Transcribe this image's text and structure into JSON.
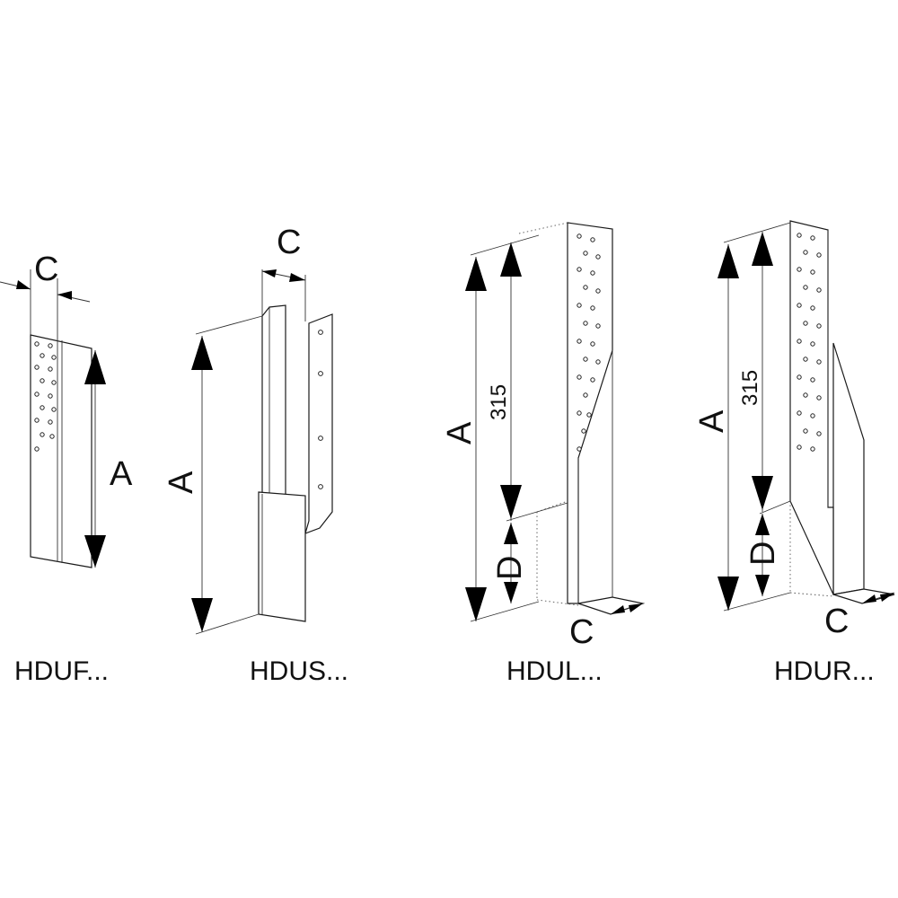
{
  "products": [
    {
      "name": "HDUF...",
      "dims": {
        "width": "C",
        "height": "A"
      }
    },
    {
      "name": "HDUS...",
      "dims": {
        "width": "C",
        "height": "A"
      }
    },
    {
      "name": "HDUL...",
      "dims": {
        "width": "C",
        "height": "A",
        "upper": "315",
        "lower": "D"
      }
    },
    {
      "name": "HDUR...",
      "dims": {
        "width": "C",
        "height": "A",
        "upper": "315",
        "lower": "D"
      }
    }
  ]
}
